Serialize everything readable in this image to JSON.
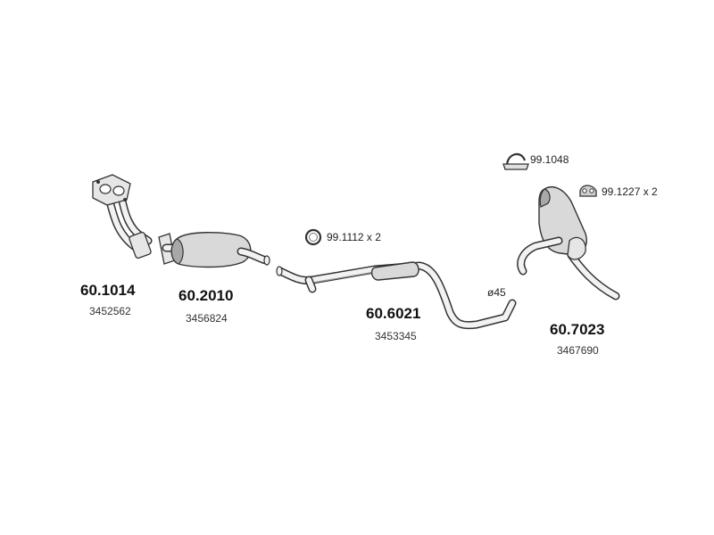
{
  "parts": [
    {
      "id": "front-pipe",
      "part_number": "60.1014",
      "reference": "3452562"
    },
    {
      "id": "front-silencer",
      "part_number": "60.2010",
      "reference": "3456824"
    },
    {
      "id": "middle-pipe",
      "part_number": "60.6021",
      "reference": "3453345",
      "diameter": "ø45"
    },
    {
      "id": "rear-silencer",
      "part_number": "60.7023",
      "reference": "3467690"
    }
  ],
  "accessories": [
    {
      "id": "gasket-ring",
      "label": "99.1112 x 2",
      "icon": "ring-gasket-icon"
    },
    {
      "id": "pipe-clamp",
      "label": "99.1048",
      "icon": "u-clamp-icon"
    },
    {
      "id": "rubber-hanger",
      "label": "99.1227 x 2",
      "icon": "rubber-hanger-icon"
    }
  ],
  "colors": {
    "line": "#333333",
    "fill": "#d9d9d9",
    "background": "#ffffff"
  }
}
